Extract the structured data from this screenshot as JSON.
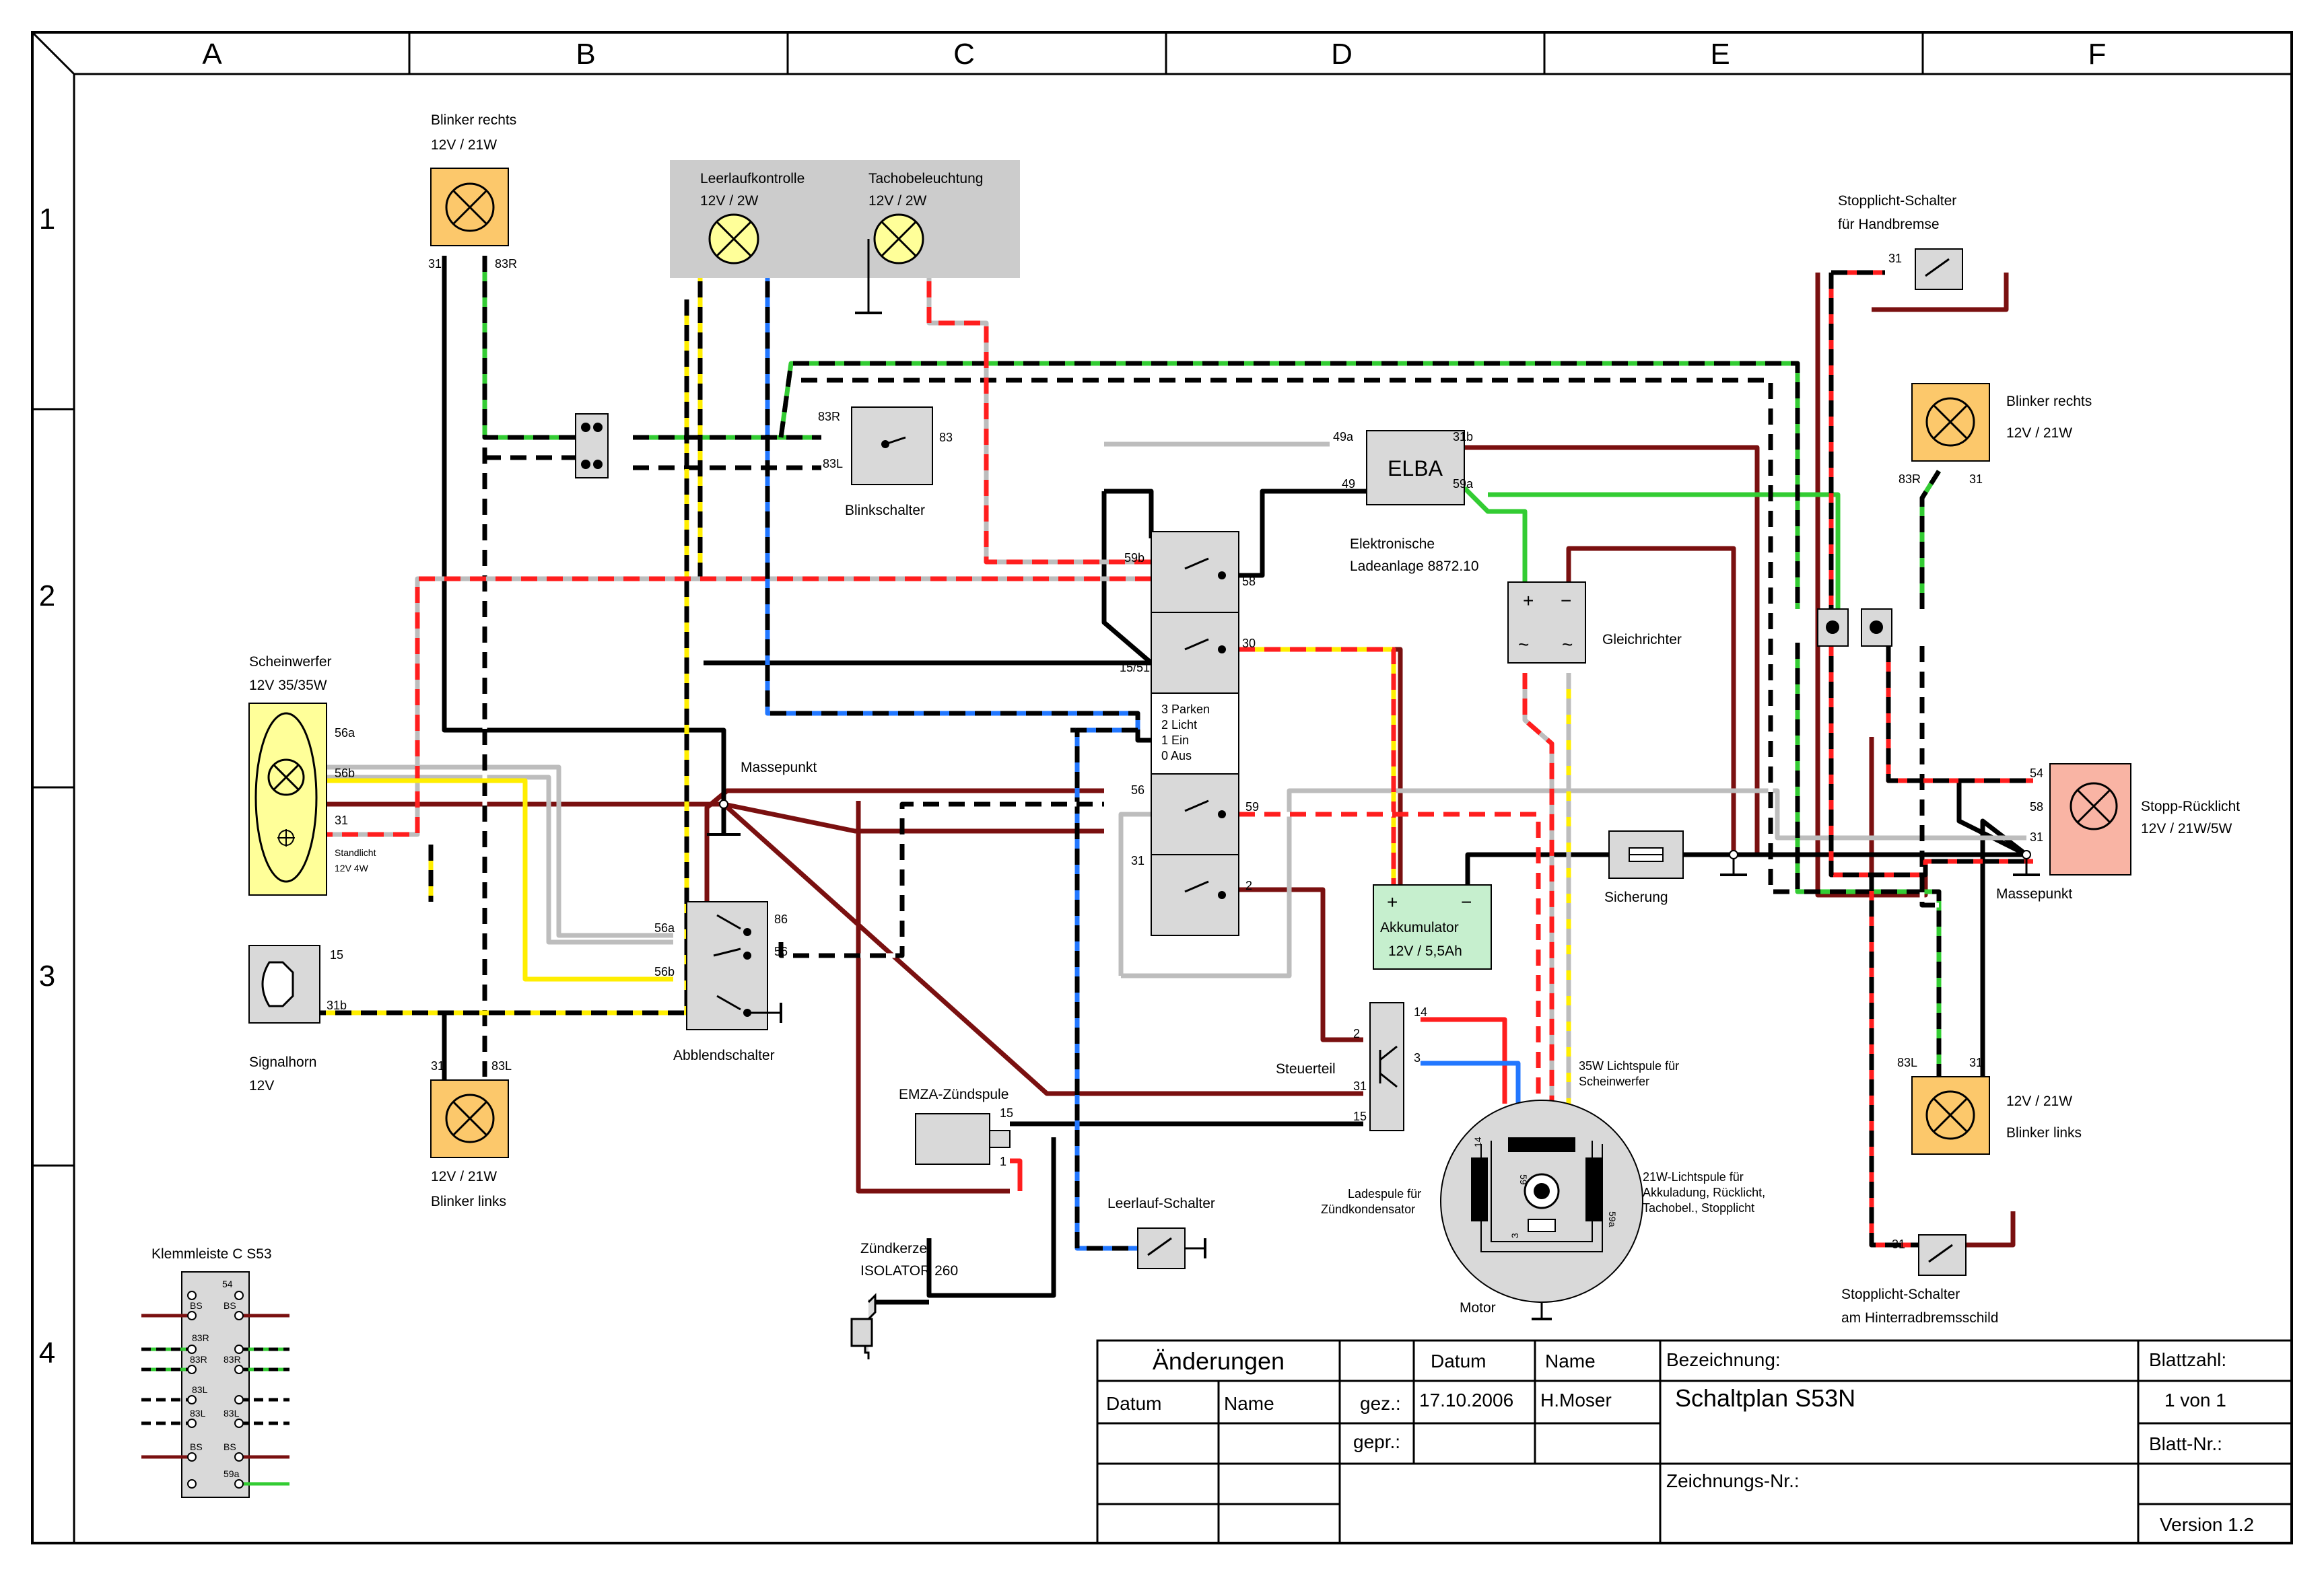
{
  "frame": {
    "columns": [
      "A",
      "B",
      "C",
      "D",
      "E",
      "F"
    ],
    "rows": [
      "1",
      "2",
      "3",
      "4"
    ]
  },
  "components": {
    "blinker_rechts_front": {
      "name": "Blinker rechts",
      "rating": "12V / 21W",
      "pin_left": "31",
      "pin_right": "83R"
    },
    "leerlaufkontrolle": {
      "name": "Leerlaufkontrolle",
      "rating": "12V / 2W"
    },
    "tachobeleuchtung": {
      "name": "Tachobeleuchtung",
      "rating": "12V / 2W"
    },
    "blinkschalter": {
      "name": "Blinkschalter",
      "pin_83r": "83R",
      "pin_83l": "83L",
      "pin_83": "83"
    },
    "elba": {
      "name": "ELBA",
      "pin_49a": "49a",
      "pin_49": "49",
      "pin_31b": "31b",
      "pin_59a": "59a",
      "desc1": "Elektronische",
      "desc2": "Ladeanlage 8872.10"
    },
    "gleichrichter": {
      "name": "Gleichrichter",
      "plus": "+",
      "minus": "−",
      "ac1": "~",
      "ac2": "~"
    },
    "stoplight_hand": {
      "name1": "Stopplicht-Schalter",
      "name2": "für Handbremse",
      "pin": "31"
    },
    "blinker_rechts_rear": {
      "name": "Blinker rechts",
      "rating": "12V / 21W",
      "pin_left": "83R",
      "pin_right": "31"
    },
    "scheinwerfer": {
      "name": "Scheinwerfer",
      "rating": "12V 35/35W",
      "pin_56a": "56a",
      "pin_56b": "56b",
      "pin_31": "31",
      "standlicht1": "Standlicht",
      "standlicht2": "12V 4W"
    },
    "masse_left": {
      "name": "Massepunkt"
    },
    "zuendschloss": {
      "pin_59b": "59b",
      "pin_58": "58",
      "pin_30": "30",
      "pin_1551": "15/51",
      "positions": [
        "3 Parken",
        "2 Licht",
        "1 Ein",
        "0 Aus"
      ],
      "pin_56": "56",
      "pin_59": "59",
      "pin_31": "31",
      "pin_2": "2"
    },
    "akkumulator": {
      "name": "Akkumulator",
      "rating": "12V / 5,5Ah",
      "plus": "+",
      "minus": "−"
    },
    "sicherung": {
      "name": "Sicherung"
    },
    "masse_right": {
      "name": "Massepunkt"
    },
    "stopp_ruecklicht": {
      "name": "Stopp-Rücklicht",
      "rating": "12V / 21W/5W",
      "pin_54": "54",
      "pin_58": "58",
      "pin_31": "31"
    },
    "signalhorn": {
      "name": "Signalhorn",
      "rating": "12V",
      "pin_15": "15",
      "pin_31b": "31b"
    },
    "abblendschalter": {
      "name": "Abblendschalter",
      "pin_56a": "56a",
      "pin_56b": "56b",
      "pin_86": "86",
      "pin_56": "56"
    },
    "blinker_links_front": {
      "name": "Blinker links",
      "rating": "12V / 21W",
      "pin_left": "31",
      "pin_right": "83L"
    },
    "steuerteil": {
      "name": "Steuerteil",
      "pin_14": "14",
      "pin_2": "2",
      "pin_3": "3",
      "pin_31": "31",
      "pin_15": "15"
    },
    "emza": {
      "name": "EMZA-Zündspule",
      "pin_15": "15",
      "pin_1": "1"
    },
    "lichtspule_35": {
      "line1": "35W Lichtspule für",
      "line2": "Scheinwerfer"
    },
    "lichtspule_21": {
      "line1": "21W-Lichtspule für",
      "line2": "Akkuladung, Rücklicht,",
      "line3": "Tachobel., Stopplicht"
    },
    "ladespule": {
      "line1": "Ladespule für",
      "line2": "Zündkondensator"
    },
    "motor": {
      "name": "Motor",
      "pin_14": "14",
      "pin_59": "59",
      "pin_59b": "59b",
      "pin_59a": "59a",
      "pin_3": "3"
    },
    "leerlauf_schalter": {
      "name": "Leerlauf-Schalter"
    },
    "zuendkerze": {
      "name": "Zündkerze",
      "type": "ISOLATOR 260"
    },
    "blinker_links_rear": {
      "name": "12V / 21W",
      "rating": "Blinker links",
      "pin_left": "83L",
      "pin_right": "31"
    },
    "stoplight_rear": {
      "name1": "Stopplicht-Schalter",
      "name2": "am Hinterradbremsschild",
      "pin": "31"
    },
    "klemmleiste": {
      "name": "Klemmleiste C S53",
      "labels": [
        "54",
        "BS",
        "BS",
        "83R",
        "83R",
        "83R",
        "83L",
        "83L",
        "83L",
        "BS",
        "BS",
        "59a"
      ]
    }
  },
  "title_block": {
    "aenderungen": "Änderungen",
    "datum_col": "Datum",
    "name_col": "Name",
    "hdr_datum": "Datum",
    "hdr_name": "Name",
    "gez_label": "gez.:",
    "gez_datum": "17.10.2006",
    "gez_name": "H.Moser",
    "gepr_label": "gepr.:",
    "bezeichnung_label": "Bezeichnung:",
    "bezeichnung": "Schaltplan S53N",
    "zeichnungs_nr": "Zeichnungs-Nr.:",
    "blattzahl_label": "Blattzahl:",
    "blattzahl": "1 von 1",
    "blatt_nr": "Blatt-Nr.:",
    "version": "Version 1.2"
  },
  "colors": {
    "brown": "#7a1010",
    "red": "#ff1e1e",
    "green": "#33cc33",
    "yellow": "#ffee00",
    "blue": "#2277ff",
    "grey": "#bdbdbd",
    "black": "#000000",
    "lamp_orange": "#fcc86b",
    "lamp_yellow": "#ffff99",
    "gray_panel": "#cccccc",
    "tail_pink": "#f9b4a4",
    "battery_green": "#c6efce"
  }
}
